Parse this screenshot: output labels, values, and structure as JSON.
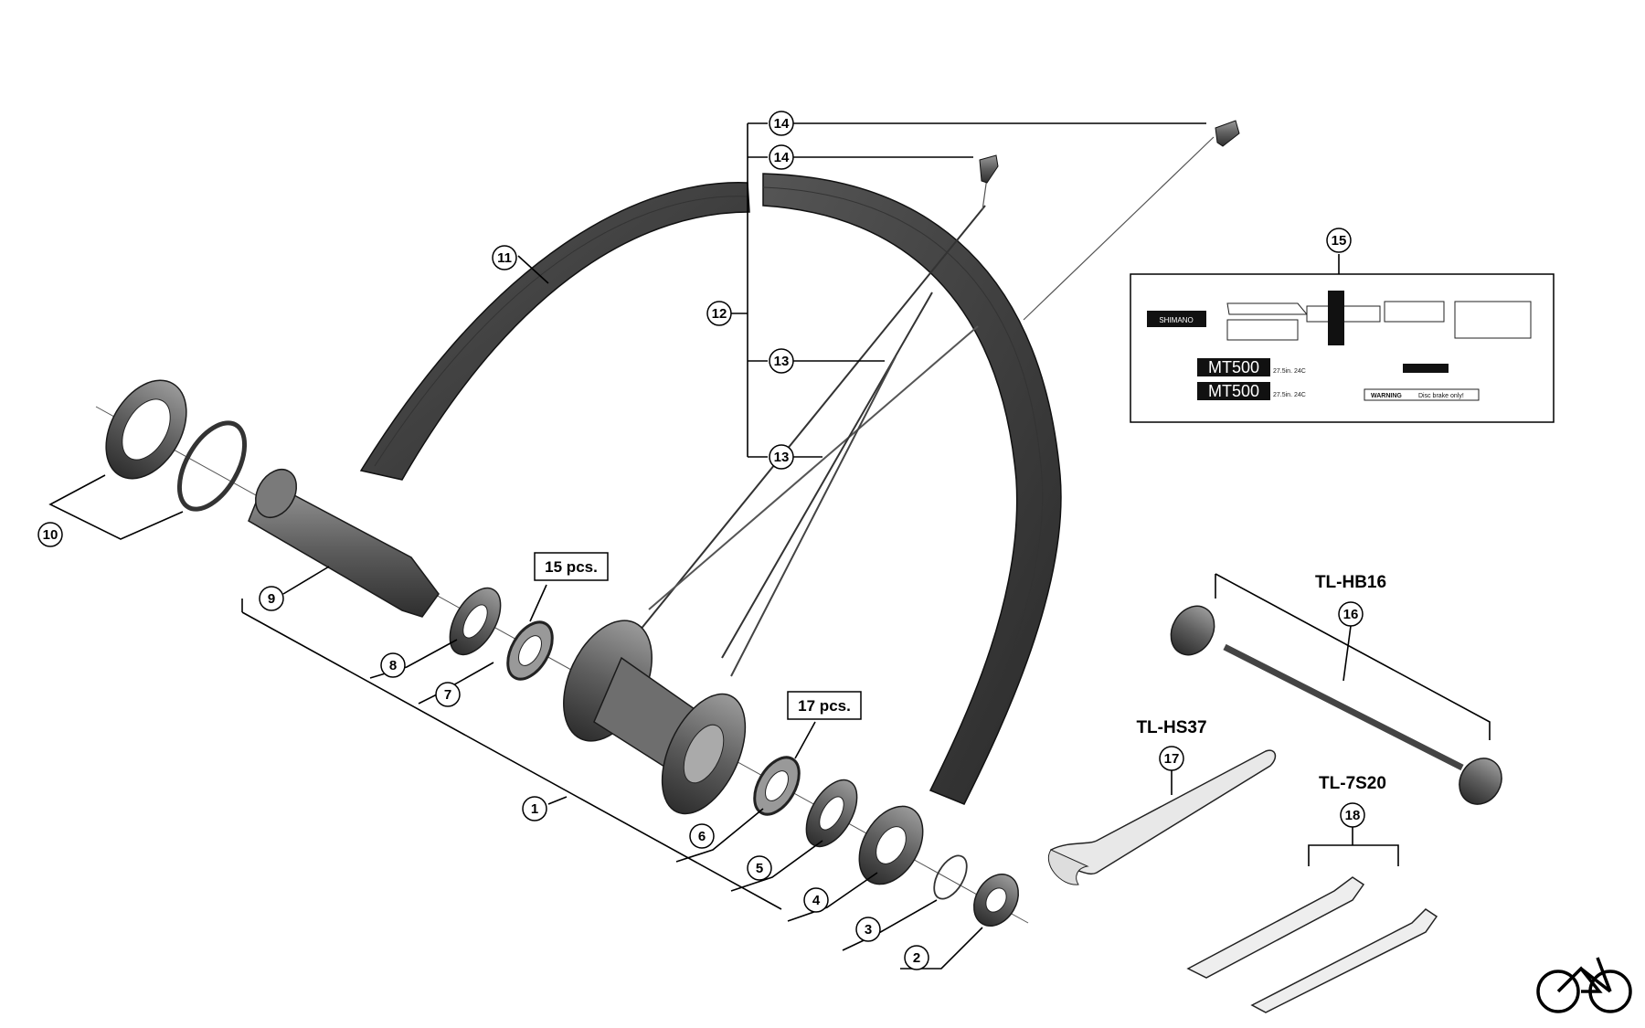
{
  "callouts": {
    "c1": "1",
    "c2": "2",
    "c3": "3",
    "c4": "4",
    "c5": "5",
    "c6": "6",
    "c7": "7",
    "c8": "8",
    "c9": "9",
    "c10": "10",
    "c11": "11",
    "c12": "12",
    "c13a": "13",
    "c13b": "13",
    "c14a": "14",
    "c14b": "14",
    "c15": "15",
    "c16": "16",
    "c17": "17",
    "c18": "18"
  },
  "boxes": {
    "balls_front": "15 pcs.",
    "balls_rear": "17 pcs."
  },
  "tools": {
    "tl_hb16": "TL-HB16",
    "tl_hs37": "TL-HS37",
    "tl_7s20": "TL-7S20"
  },
  "decal": {
    "brand": "SHIMANO",
    "model_1": "MT500",
    "spec_1": "27.5in. 24C",
    "model_2": "MT500",
    "spec_2": "27.5in. 24C",
    "warning": "WARNING",
    "warning_text": "Disc brake only!"
  },
  "colors": {
    "ink": "#000000",
    "part_dark": "#3a3a3a",
    "part_mid": "#6e6e6e",
    "part_light": "#a8a8a8"
  }
}
